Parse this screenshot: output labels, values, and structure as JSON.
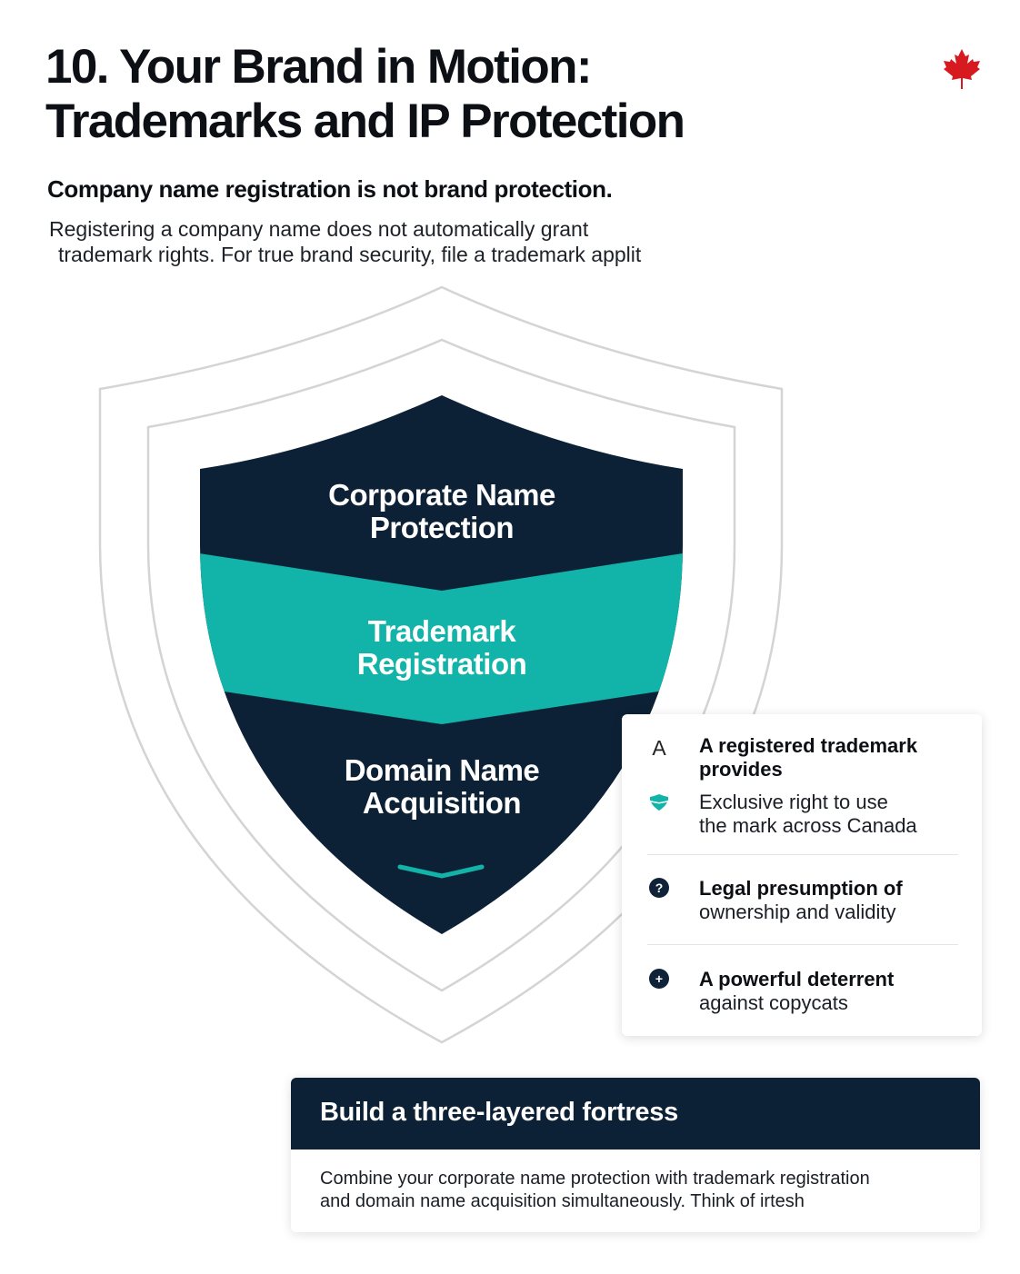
{
  "header": {
    "title_line1": "10. Your Brand in Motion:",
    "title_line2": "Trademarks and IP Protection",
    "subtitle": "Company name registration is not brand protection.",
    "desc_line1": "Registering a company name does not automatically grant",
    "desc_line2": "trademark rights. For true brand security, file a trademark applit"
  },
  "flag_icon": "maple-leaf-icon",
  "colors": {
    "navy": "#0d2136",
    "teal": "#12b3a8",
    "maple_red": "#d71920",
    "outline": "#d3d4d6"
  },
  "shield": {
    "layers": [
      {
        "line1": "Corporate Name",
        "line2": "Protection"
      },
      {
        "line1": "Trademark",
        "line2": "Registration"
      },
      {
        "line1": "Domain Name",
        "line2": "Acquisition"
      }
    ]
  },
  "benefits": {
    "marker": "A",
    "heading_line1": "A registered trademark",
    "heading_line2": "provides",
    "items": [
      {
        "icon": "teal-shield-icon",
        "line1": "Exclusive right to use",
        "line2": "the mark across Canada"
      },
      {
        "icon": "question-circle-icon",
        "glyph": "?",
        "bold": "Legal presumption of",
        "line2": "ownership and validity"
      },
      {
        "icon": "plus-circle-icon",
        "glyph": "+",
        "bold": "A powerful deterrent",
        "line2": "against copycats"
      }
    ]
  },
  "fortress": {
    "title": "Build a three-layered fortress",
    "body_line1": "Combine your corporate name protection with trademark registration",
    "body_line2": "and domain name acquisition simultaneously. Think of irtesh"
  }
}
